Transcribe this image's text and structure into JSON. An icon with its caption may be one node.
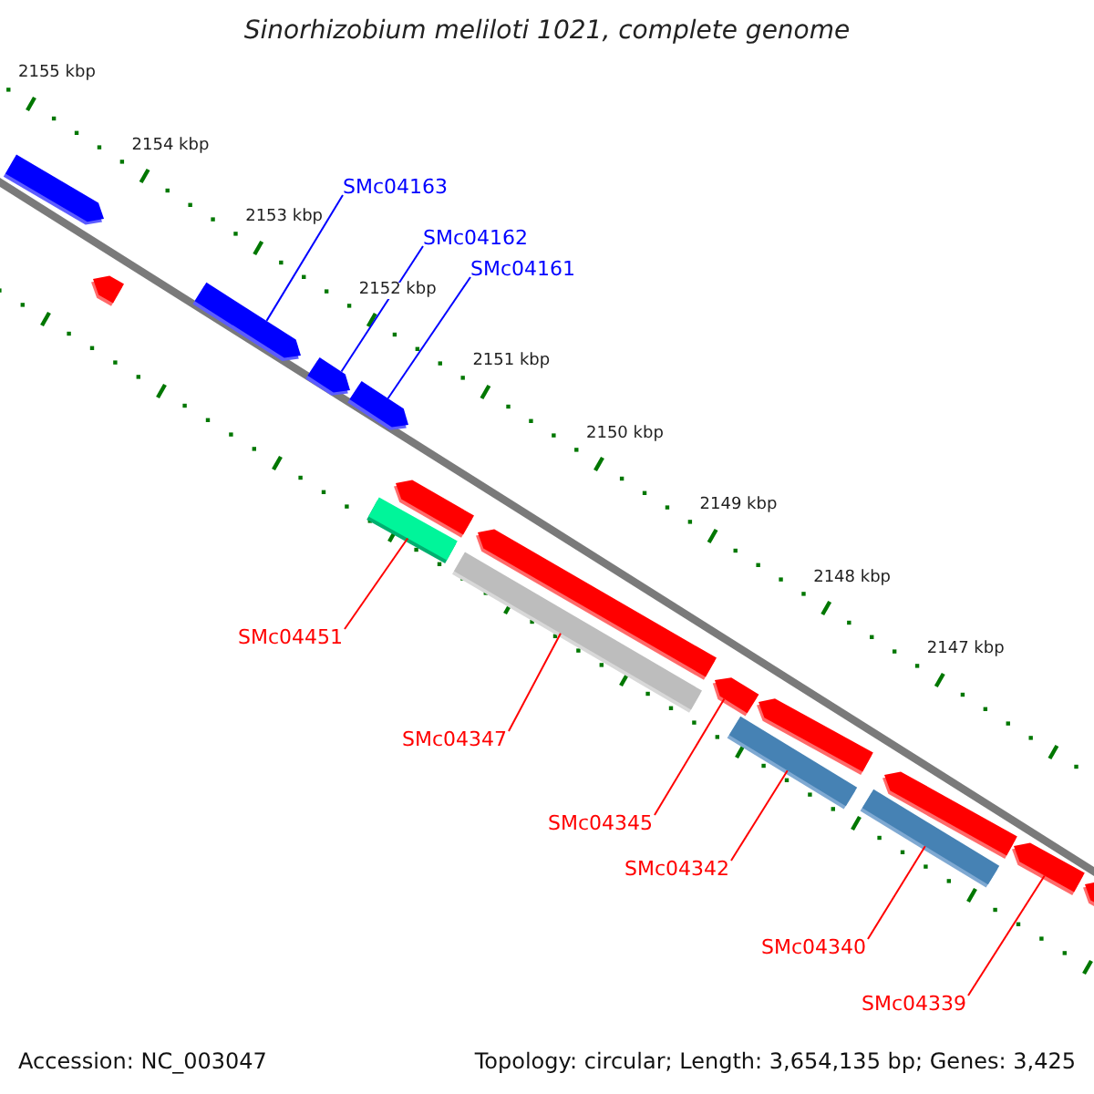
{
  "diagram": {
    "title": "Sinorhizobium meliloti 1021, complete genome",
    "nodes": [
      {
        "text": [
          "SMc04163"
        ]
      },
      {
        "text": [
          "SMc04162"
        ]
      },
      {
        "text": [
          "SMc04161"
        ]
      },
      {
        "text": [],
        "shape": "bar"
      },
      {
        "text": [],
        "shape": "bar"
      },
      {
        "text": [],
        "shape": "bar"
      },
      {
        "text": [],
        "shape": "bar"
      },
      {
        "text": [],
        "shape": "bar"
      },
      {
        "text": [],
        "shape": "bar"
      },
      {
        "text": [],
        "shape": "bar"
      },
      {
        "text": [],
        "shape": "bar"
      },
      {
        "text": [],
        "shape": "bar"
      },
      {
        "text": [],
        "shape": "bar"
      },
      {
        "text": [],
        "shape": "bar"
      },
      {
        "text": [],
        "shape": "bar"
      },
      {
        "text": [],
        "shape": "bar"
      },
      {
        "text": [],
        "shape": "bar"
      },
      {
        "text": [],
        "shape": "bar"
      },
      {
        "text": [],
        "shape": "bar"
      },
      {
        "text": [
          "SMc04451"
        ]
      },
      {
        "text": [
          "SMc04347"
        ]
      },
      {
        "text": [
          "SMc04345"
        ]
      },
      {
        "text": [
          "SMc04342"
        ]
      },
      {
        "text": [
          "SMc04340"
        ]
      },
      {
        "text": [
          "SMc04339"
        ]
      }
    ],
    "edges": [
      {
        "from": 0,
        "to": 5,
        "arrow": "none",
        "color": "#0000ff"
      },
      {
        "from": 1,
        "to": 6,
        "arrow": "none",
        "color": "#0000ff"
      },
      {
        "from": 2,
        "to": 7,
        "arrow": "none",
        "color": "#0000ff"
      },
      {
        "from": 19,
        "to": 8,
        "arrow": "none"
      },
      {
        "from": 20,
        "to": 10,
        "arrow": "none"
      },
      {
        "from": 21,
        "to": 12,
        "arrow": "none"
      },
      {
        "from": 22,
        "to": 13,
        "arrow": "none"
      },
      {
        "from": 23,
        "to": 15,
        "arrow": "none"
      },
      {
        "from": 24,
        "to": 17,
        "arrow": "none"
      }
    ],
    "labels": [
      "2155 kbp",
      "2154 kbp",
      "2153 kbp",
      "2152 kbp",
      "2151 kbp",
      "2150 kbp",
      "2149 kbp",
      "2148 kbp",
      "2147 kbp",
      "Accession: NC_003047",
      "Topology: circular; Length: 3,654,135 bp; Genes: 3,425"
    ]
  }
}
